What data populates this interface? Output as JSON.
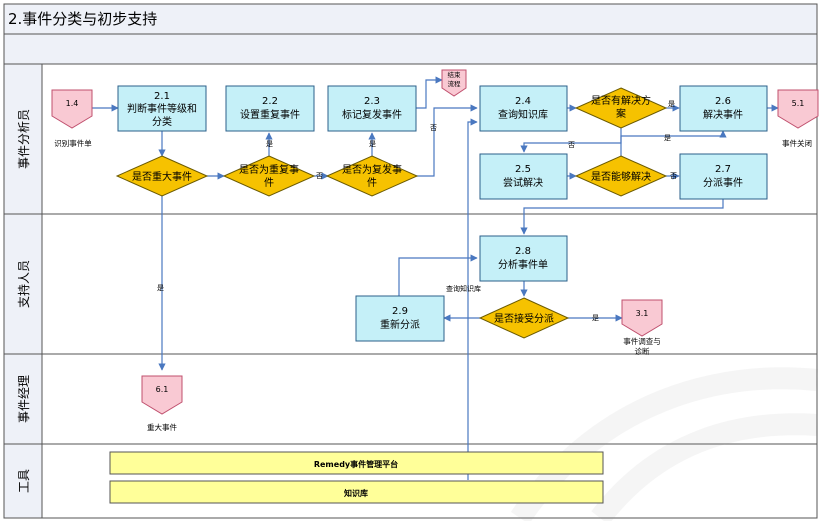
{
  "title": "2.事件分类与初步支持",
  "lanes": [
    "事件分析员",
    "支持人员",
    "事件经理",
    "工具"
  ],
  "connectors": {
    "c14": {
      "num": "1.4",
      "caption": "识别事件单"
    },
    "c51": {
      "num": "5.1",
      "caption": "事件关闭"
    },
    "c31": {
      "num": "3.1",
      "caption_line1": "事件调查与",
      "caption_line2": "诊断"
    },
    "c61": {
      "num": "6.1",
      "caption": "重大事件"
    },
    "end": {
      "line1": "结束",
      "line2": "流程"
    }
  },
  "process": {
    "p21": {
      "num": "2.1",
      "line1": "判断事件等级和",
      "line2": "分类"
    },
    "p22": {
      "num": "2.2",
      "line1": "设置重复事件"
    },
    "p23": {
      "num": "2.3",
      "line1": "标记复发事件"
    },
    "p24": {
      "num": "2.4",
      "line1": "查询知识库"
    },
    "p25": {
      "num": "2.5",
      "line1": "尝试解决"
    },
    "p26": {
      "num": "2.6",
      "line1": "解决事件"
    },
    "p27": {
      "num": "2.7",
      "line1": "分派事件"
    },
    "p28": {
      "num": "2.8",
      "line1": "分析事件单"
    },
    "p29": {
      "num": "2.9",
      "line1": "重新分派"
    }
  },
  "decisions": {
    "d1": {
      "line1": "是否重大事件"
    },
    "d2": {
      "line1": "是否为重复事",
      "line2": "件"
    },
    "d3": {
      "line1": "是否为复发事",
      "line2": "件"
    },
    "d4": {
      "line1": "是否有解决方",
      "line2": "案"
    },
    "d5": {
      "line1": "是否能够解决"
    },
    "d6": {
      "line1": "是否接受分派"
    }
  },
  "labels": {
    "yes": "是",
    "no": "否",
    "query_kb": "查询知识库"
  },
  "tools": {
    "remedy": "Remedy事件管理平台",
    "kb": "知识库"
  },
  "colors": {
    "process_fill": "#c5f0f8",
    "decision_fill": "#f6c200",
    "connector_fill": "#f9c9d3",
    "tool_fill": "#ffff99",
    "header_fill": "#eef1f8",
    "line": "#4a78c0"
  }
}
